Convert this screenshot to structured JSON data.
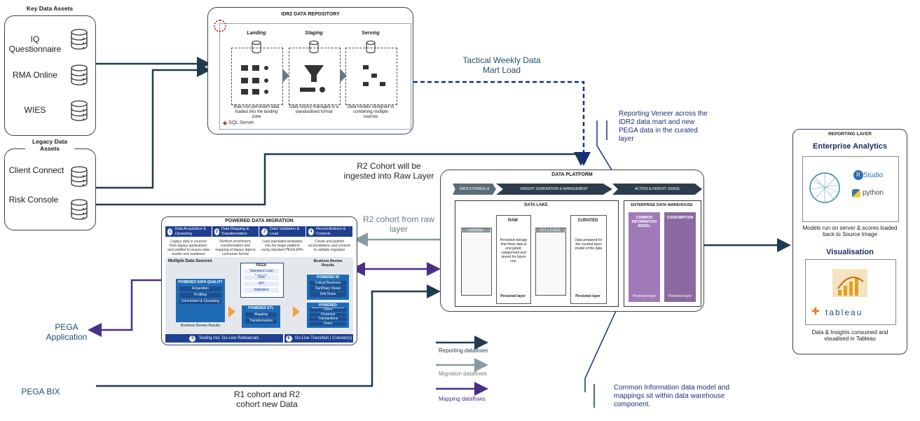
{
  "key_assets": {
    "title": "Key Data Assets",
    "items": [
      "IQ Questionnaire",
      "RMA Online",
      "WIES"
    ]
  },
  "legacy_assets": {
    "title": "Legacy Data Assets",
    "items": [
      "Client Connect",
      "Risk Console"
    ]
  },
  "repository": {
    "title": "IDR2 DATA REPOSITORY",
    "stages": [
      {
        "name": "Landing",
        "desc": "Raw non-persistent data loaded into the landing zone"
      },
      {
        "name": "Staging",
        "desc": "Data history managed in a standardised format"
      },
      {
        "name": "Serving",
        "desc": "Data models designed to combining multiple sources"
      }
    ],
    "engine": "SQL Server"
  },
  "labels": {
    "tactical": "Tactical Weekly Data Mart Load",
    "veneer": "Reporting Veneer across the IDR2 data mart and new PEGA data in the curated layer",
    "r2_raw": "R2 Cohort will be ingested into Raw Layer",
    "r2_from_raw": "R2 cohort from raw layer",
    "r1r2": "R1 cohort and R2 cohort new Data",
    "common_info": "Common Information data model and mappings sit within data warehouse component."
  },
  "pega_app": "PEGA Application",
  "pega_bix": "PEGA BIX",
  "migration": {
    "title": "POWERED DATA MIGRATION",
    "steps": [
      {
        "num": "1",
        "label": "Data Acquisition & Cleansing"
      },
      {
        "num": "2",
        "label": "Data Mapping & Transformation"
      },
      {
        "num": "3",
        "label": "Data Validation & Load"
      },
      {
        "num": "4",
        "label": "Reconciliations & Controls"
      }
    ],
    "descs": [
      "Legacy data is sourced from legacy applications and profiled to assess data quality and readiness",
      "Perform enrichment, transformation and mapping of legacy data to consumer format",
      "Load populated templates into the target platform using standard PEGA APIs",
      "Create and publish reconciliations and controls to validate migration"
    ],
    "multiple": "Multiple Data Sources",
    "powered_dq": "POWERED DATA QUALITY",
    "dq_items": [
      "Acquisition",
      "Profiling",
      "Enrichment & Cleansing"
    ],
    "review1": "Business Review Results",
    "pega": "PEGA",
    "pega_items": [
      "Standard Load Formats",
      "Flow",
      "API",
      "Validation"
    ],
    "etl": "POWERED ETL",
    "etl_items": [
      "Mapping",
      "Transformation"
    ],
    "review2": "Business Review Results",
    "powered_bi": "POWERED BI",
    "bi_items": [
      "Critical Business Reports",
      "Summary Views",
      "Drill Down"
    ],
    "recon": "POWERED RECONCILIATIONS",
    "recon_items": [
      "Client",
      "Financial",
      "Transactions",
      "Users"
    ],
    "bottom": [
      {
        "num": "5",
        "label": "Testing incl. Go-Live Rehearsals"
      },
      {
        "num": "6",
        "label": "Go-Live Transition | Cutover(s)"
      }
    ]
  },
  "platform": {
    "title": "DATA PLATFORM",
    "bands": [
      "DATA STORAGE & HISTORY",
      "INSIGHT GENERATION & MANAGEMENT",
      "ACTION & INSIGHT USAGE"
    ],
    "lake": "DATA LAKE",
    "landing": "LANDING",
    "raw": "RAW",
    "sttlz": "STT LZ 2022",
    "curated": "CURATED",
    "raw_desc": "Persisted storage that flows data & encrypted, categorised and stored for future use.",
    "curated_desc": "Data prepared for the curated layer model of the data",
    "persist": "Persisted layer",
    "persist2": "Persisted layer",
    "edw": "ENTERPRISE DATA WAREHOUSE",
    "cim": "COMMON INFORMATION MODEL",
    "consumption": "CONSUMPTION",
    "edw_persist1": "Persisted layer",
    "edw_persist2": "Persisted layer"
  },
  "reporting": {
    "title": "REPORTING LAYER",
    "ea": "Enterprise Analytics",
    "models": "Models run on server & scores loaded back to Source Image",
    "studio": "Studio",
    "python": "python",
    "vis": "Visualisation",
    "tableau": "tableau",
    "tableau_desc": "Data & Insights consumed and visualised in Tableau"
  },
  "legend": [
    {
      "label": "Reporting dataflows",
      "color": "#1f3b4f"
    },
    {
      "label": "Migration dataflows",
      "color": "#8a9aa0"
    },
    {
      "label": "Mapping dataflows",
      "color": "#4a2f8a"
    }
  ]
}
